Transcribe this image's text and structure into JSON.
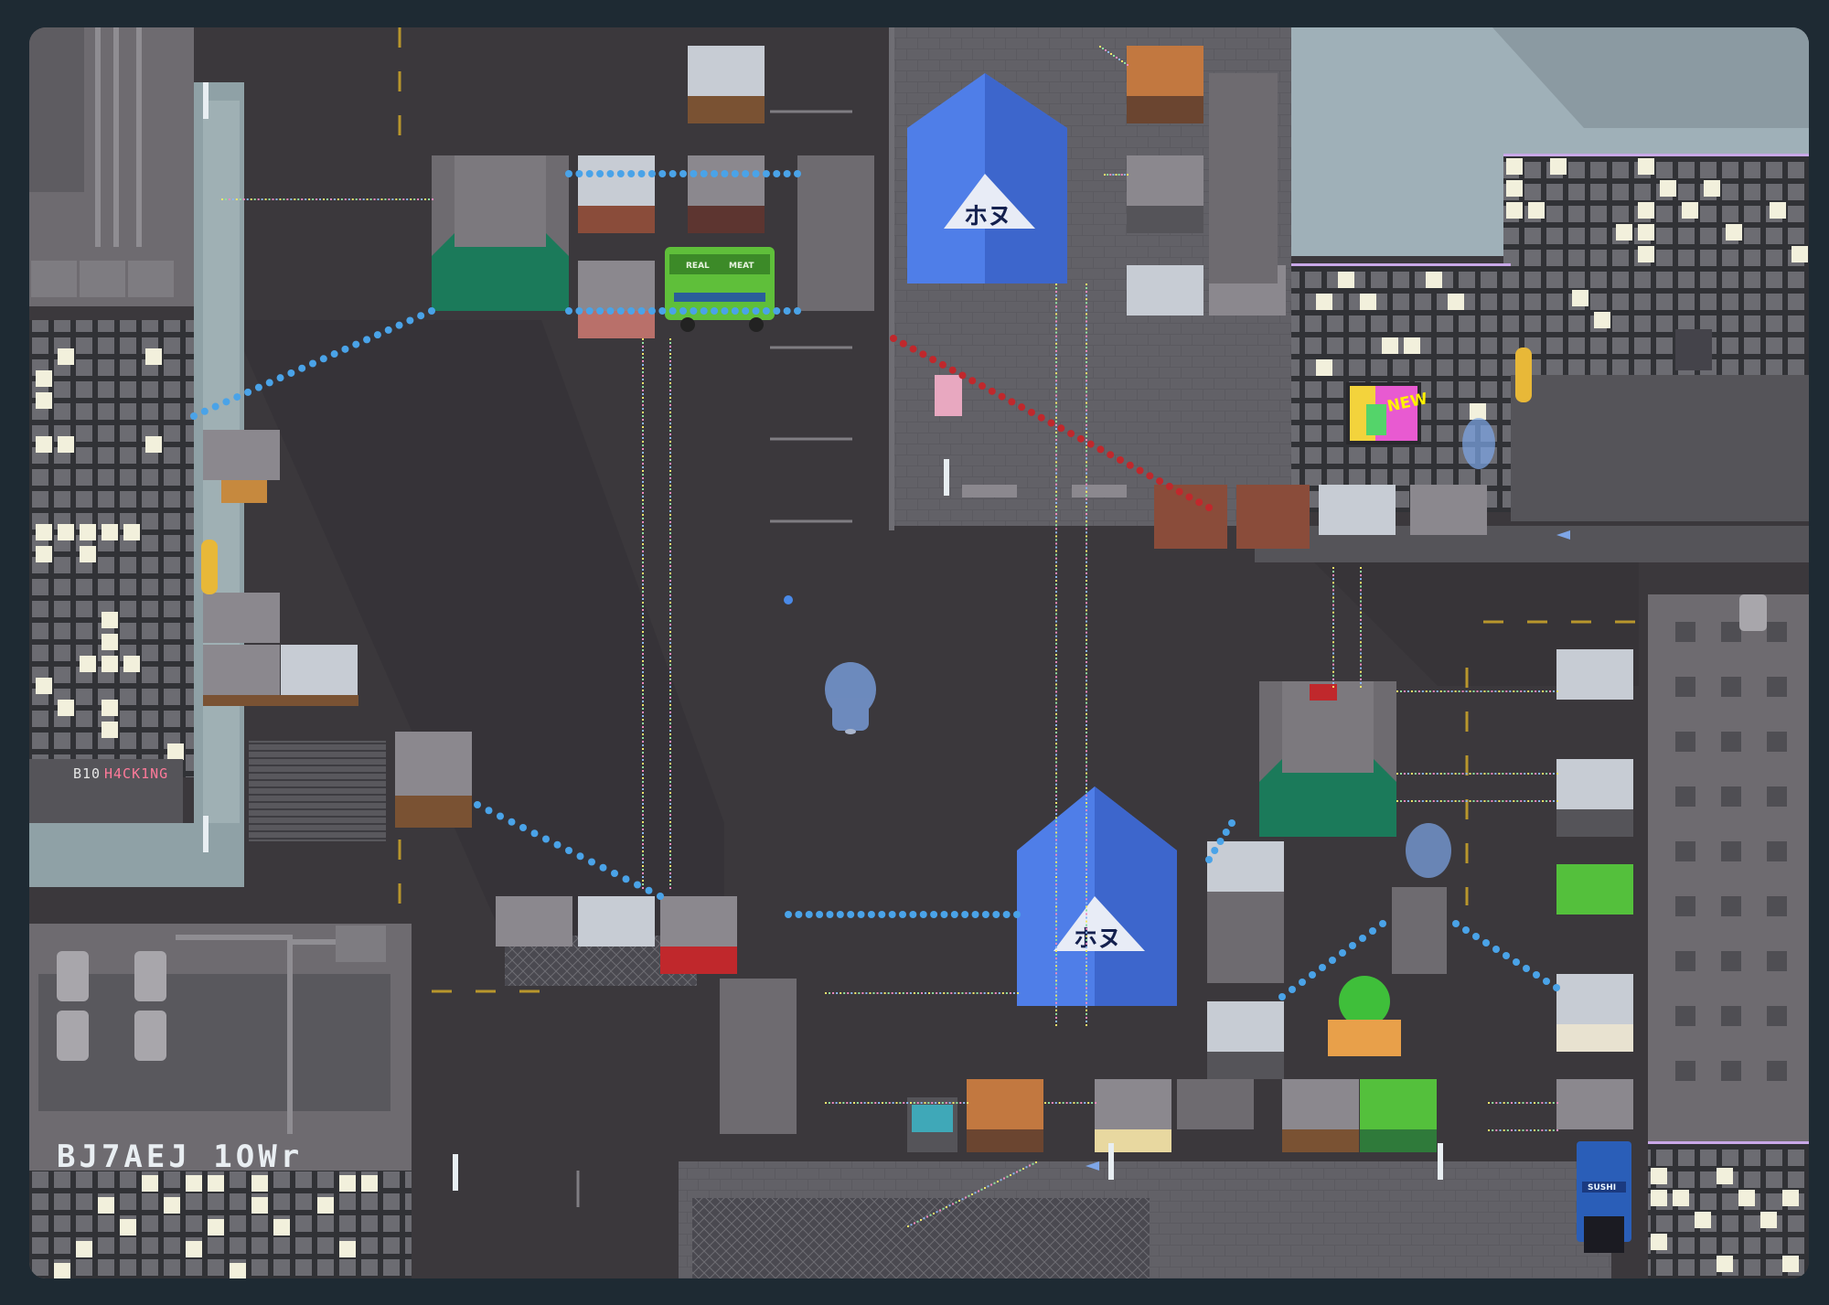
{
  "map": {
    "signs": {
      "biohacking_part1": "B10",
      "biohacking_part2": "H4CK1NG",
      "tower": "BJ7AEJ 1OWr",
      "food_truck_left": "REAL",
      "food_truck_right": "MEAT",
      "billboard": "NEW",
      "tent_top": "ホヌ",
      "tent_bottom": "ホヌ",
      "sushi": "SUSHI"
    },
    "colors": {
      "ground": "#3b383c",
      "plaza_tiles": "#5b5a60",
      "building_gray": "#6e6b70",
      "tent_blue": "#4f7ee8",
      "tent_green": "#1b7a5a",
      "lights_blue": "#4aa3e8",
      "lights_red": "#c0282c",
      "window_lit": "#f2f0dc",
      "road_marking": "#b8962c"
    },
    "icons": [
      "player-avatar",
      "ghost-avatar",
      "arrow-left-icon",
      "vending-machine-icon",
      "green-food-truck"
    ]
  }
}
